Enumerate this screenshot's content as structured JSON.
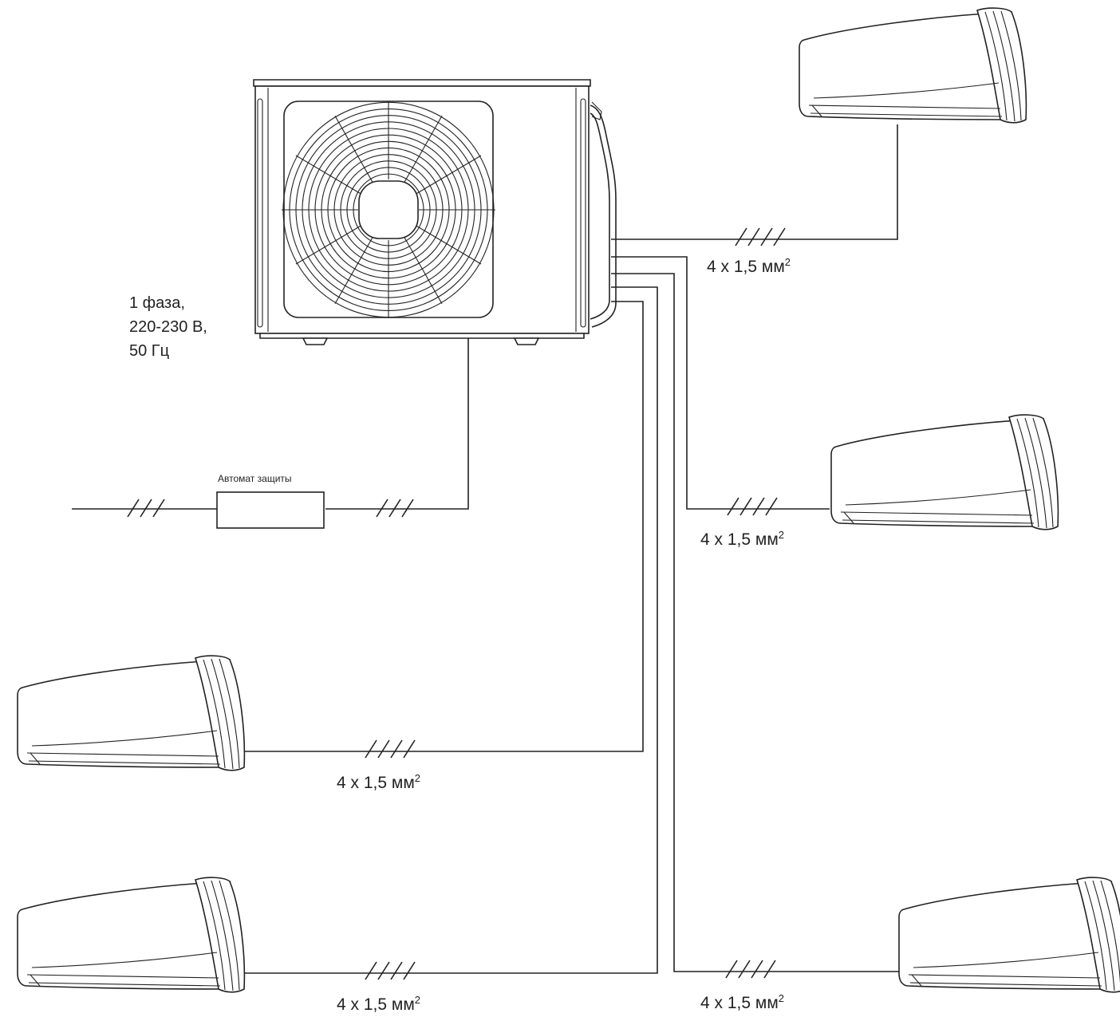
{
  "power_supply": {
    "line1": "1 фаза,",
    "line2": "220-230 В,",
    "line3": "50 Гц"
  },
  "breaker": {
    "label": "Автомат защиты"
  },
  "cables": {
    "unit_1": {
      "text": "4 х 1,5 мм",
      "sup": "2"
    },
    "unit_2": {
      "text": "4 х 1,5 мм",
      "sup": "2"
    },
    "unit_3": {
      "text": "4 х 1,5 мм",
      "sup": "2"
    },
    "unit_4": {
      "text": "4 х 1,5 мм",
      "sup": "2"
    },
    "unit_5": {
      "text": "4 х 1,5 мм",
      "sup": "2"
    }
  },
  "icons": {
    "outdoor_unit": "outdoor-unit-icon",
    "indoor_unit": "indoor-unit-icon",
    "cable_marker": "cable-hash-marker-icon"
  },
  "colors": {
    "line": "#222222",
    "background": "#ffffff"
  }
}
